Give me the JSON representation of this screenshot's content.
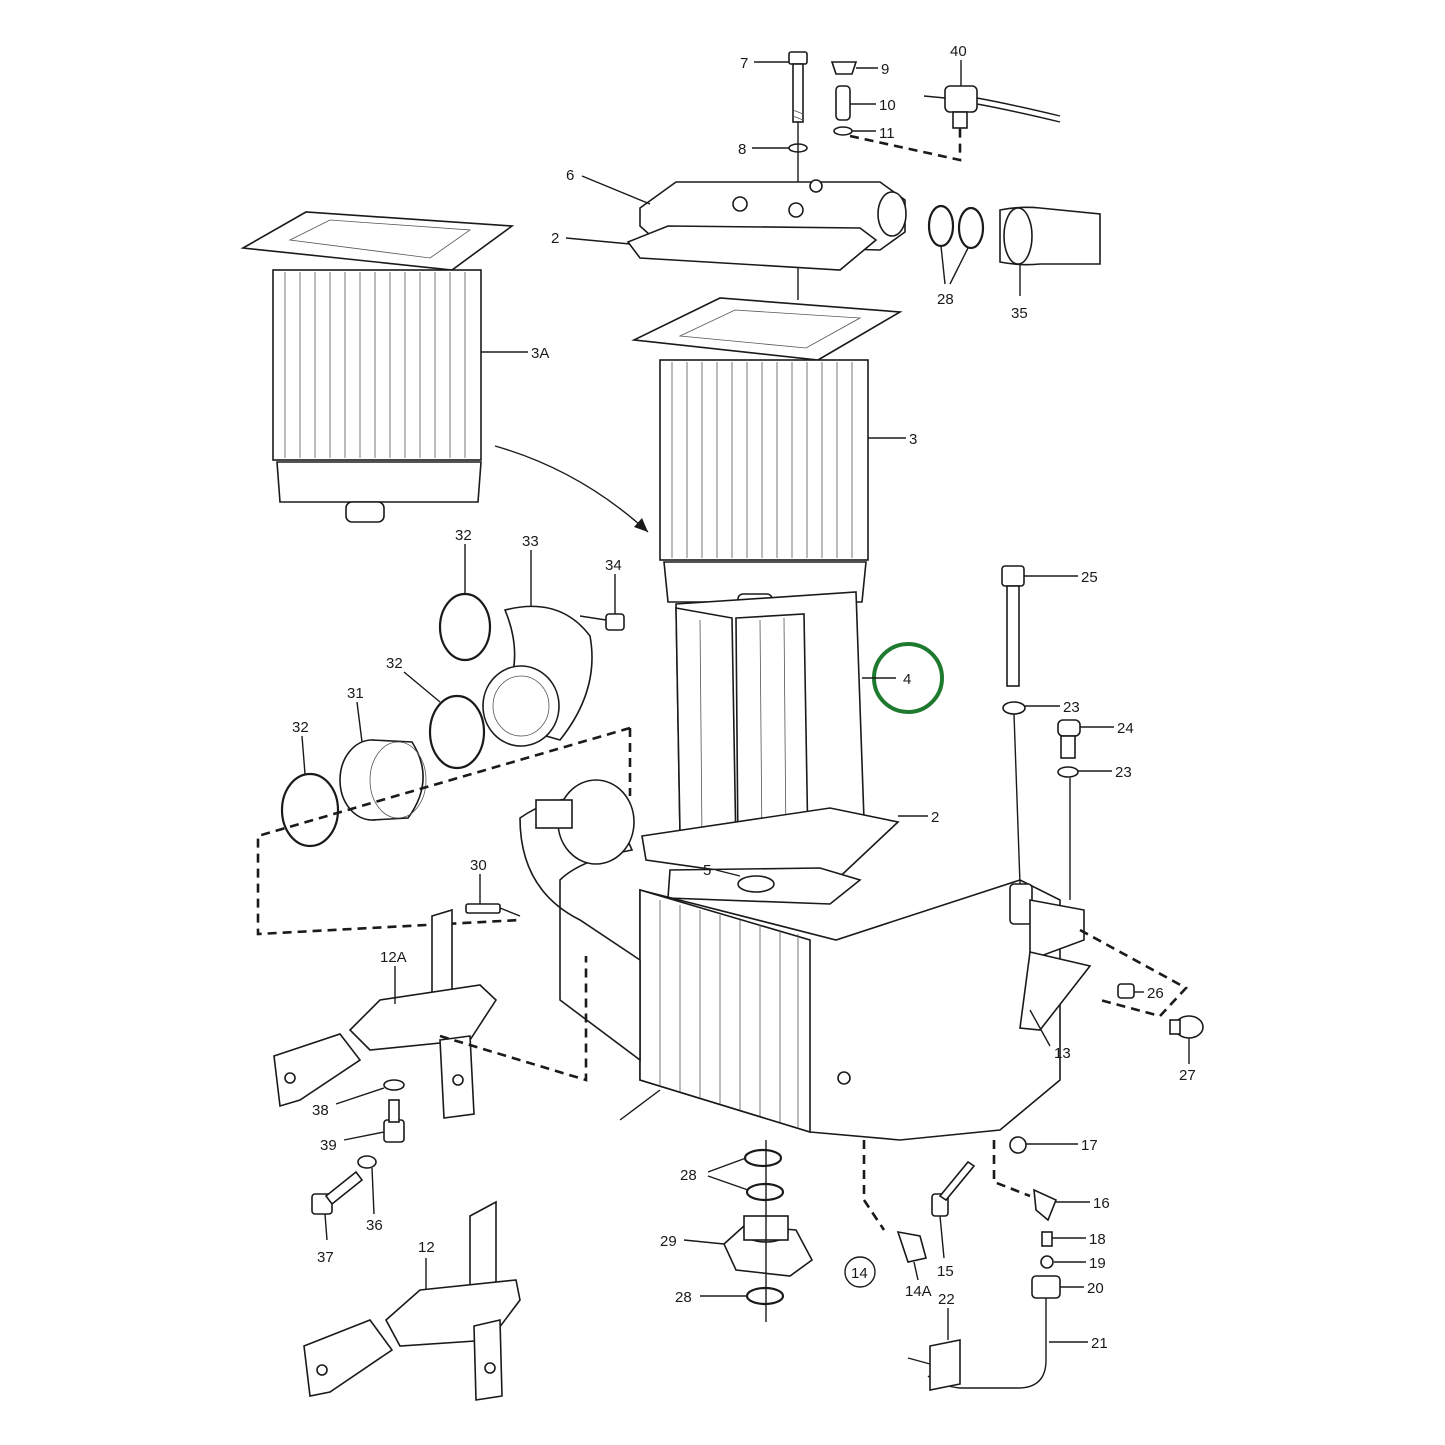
{
  "diagram": {
    "highlight_color": "#1e7a2e",
    "highlighted_part": "4",
    "callouts": [
      {
        "id": "c7",
        "text": "7"
      },
      {
        "id": "c8",
        "text": "8"
      },
      {
        "id": "c9",
        "text": "9"
      },
      {
        "id": "c10",
        "text": "10"
      },
      {
        "id": "c11",
        "text": "11"
      },
      {
        "id": "c40",
        "text": "40"
      },
      {
        "id": "c6",
        "text": "6"
      },
      {
        "id": "c2a",
        "text": "2"
      },
      {
        "id": "c28a",
        "text": "28"
      },
      {
        "id": "c35",
        "text": "35"
      },
      {
        "id": "c3a",
        "text": "3A"
      },
      {
        "id": "c3",
        "text": "3"
      },
      {
        "id": "c32a",
        "text": "32"
      },
      {
        "id": "c33",
        "text": "33"
      },
      {
        "id": "c34",
        "text": "34"
      },
      {
        "id": "c32b",
        "text": "32"
      },
      {
        "id": "c31",
        "text": "31"
      },
      {
        "id": "c32c",
        "text": "32"
      },
      {
        "id": "c4",
        "text": "4"
      },
      {
        "id": "c2b",
        "text": "2"
      },
      {
        "id": "c5",
        "text": "5"
      },
      {
        "id": "c25",
        "text": "25"
      },
      {
        "id": "c23a",
        "text": "23"
      },
      {
        "id": "c24",
        "text": "24"
      },
      {
        "id": "c23b",
        "text": "23"
      },
      {
        "id": "c30",
        "text": "30"
      },
      {
        "id": "c12a",
        "text": "12A"
      },
      {
        "id": "c26",
        "text": "26"
      },
      {
        "id": "c13",
        "text": "13"
      },
      {
        "id": "c27",
        "text": "27"
      },
      {
        "id": "c38",
        "text": "38"
      },
      {
        "id": "c39",
        "text": "39"
      },
      {
        "id": "c36",
        "text": "36"
      },
      {
        "id": "c37",
        "text": "37"
      },
      {
        "id": "c17",
        "text": "17"
      },
      {
        "id": "c16",
        "text": "16"
      },
      {
        "id": "c28b",
        "text": "28"
      },
      {
        "id": "c29",
        "text": "29"
      },
      {
        "id": "c28c",
        "text": "28"
      },
      {
        "id": "c14",
        "text": "14"
      },
      {
        "id": "c14a",
        "text": "14A"
      },
      {
        "id": "c15",
        "text": "15"
      },
      {
        "id": "c22",
        "text": "22"
      },
      {
        "id": "c18",
        "text": "18"
      },
      {
        "id": "c19",
        "text": "19"
      },
      {
        "id": "c20",
        "text": "20"
      },
      {
        "id": "c21",
        "text": "21"
      },
      {
        "id": "c12",
        "text": "12"
      }
    ]
  }
}
